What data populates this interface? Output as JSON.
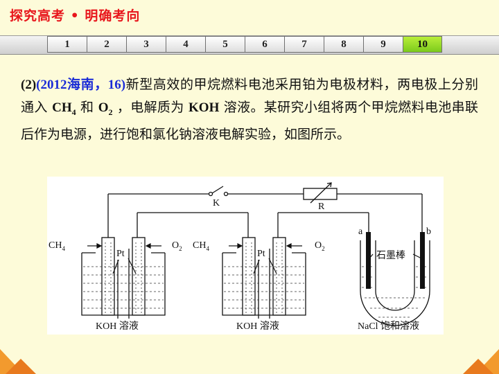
{
  "header": {
    "title": "探究高考 • 明确考向"
  },
  "nav": {
    "tabs": [
      "1",
      "2",
      "3",
      "4",
      "5",
      "6",
      "7",
      "8",
      "9",
      "10"
    ],
    "active_index": 9,
    "active_color": "#8fd626"
  },
  "question": {
    "number": "(2)",
    "source_open": "(2012",
    "source_region": "海南，",
    "source_no": "16)",
    "text_1": "新型高效的甲烷燃料电池采用铂为电极材料，两电极上分别通入 ",
    "ch4": "CH",
    "ch4_sub": "4",
    "and": " 和 ",
    "o2": "O",
    "o2_sub": "2",
    "text_2": " ，电解质为 ",
    "koh": "KOH",
    "text_3": " 溶液。某研究小组将两个甲烷燃料电池串联后作为电源，进行饱和氯化钠溶液电解实验，如图所示。"
  },
  "figure": {
    "switch_label": "K",
    "resistor_label": "R",
    "cell1": {
      "left_gas": "CH",
      "left_gas_sub": "4",
      "right_gas": "O",
      "right_gas_sub": "2",
      "electrode": "Pt",
      "solution": "KOH 溶液"
    },
    "cell2": {
      "left_gas": "CH",
      "left_gas_sub": "4",
      "right_gas": "O",
      "right_gas_sub": "2",
      "electrode": "Pt",
      "solution": "KOH 溶液"
    },
    "utube": {
      "left_electrode": "a",
      "right_electrode": "b",
      "electrode_material": "石墨棒",
      "solution": "NaCl 饱和溶液"
    }
  }
}
